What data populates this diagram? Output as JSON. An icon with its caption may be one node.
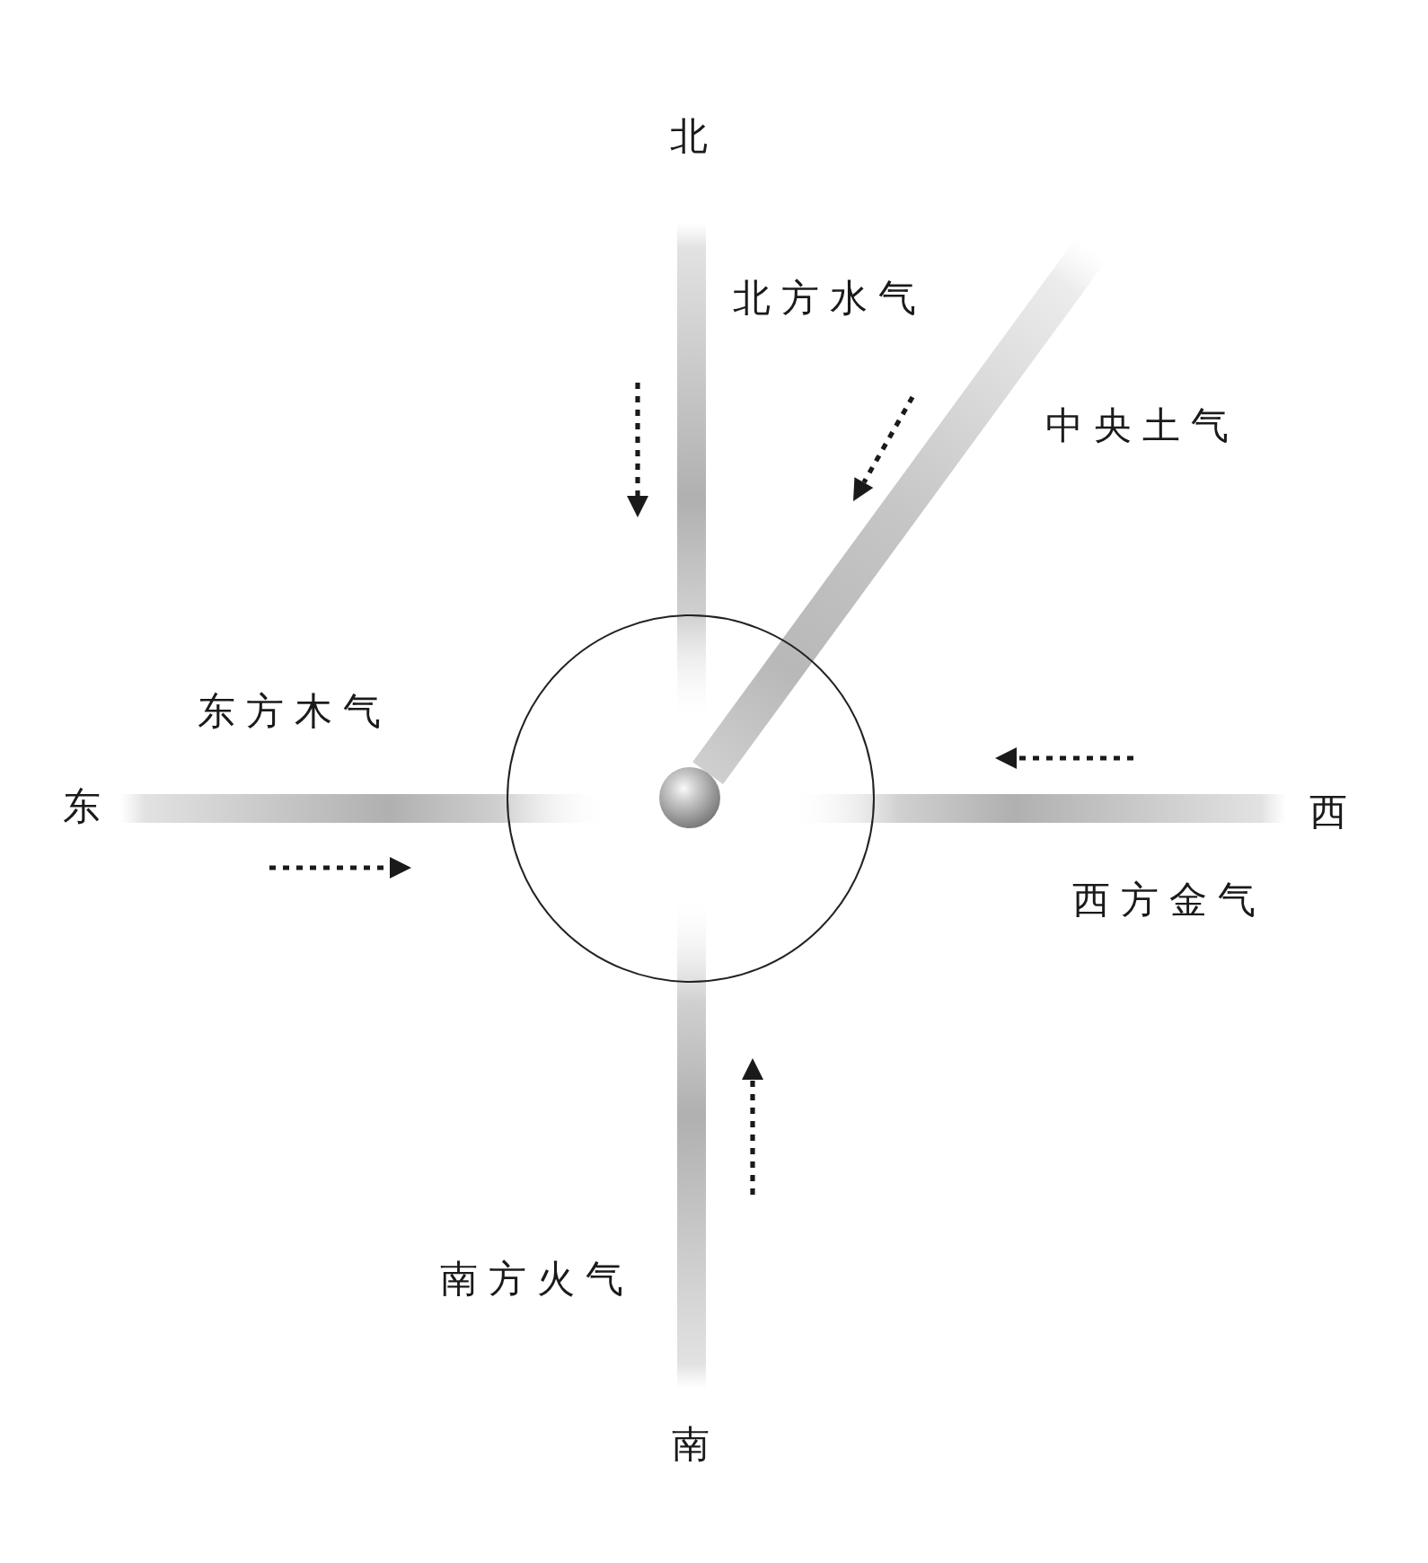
{
  "diagram": {
    "nodes": [
      {
        "text": [
          "北"
        ]
      },
      {
        "text": [],
        "shape": "circle"
      },
      {
        "text": [],
        "shape": "sphere",
        "in": 1
      },
      {
        "text": [
          "东"
        ]
      },
      {
        "text": [
          "西"
        ]
      },
      {
        "text": [
          "南"
        ]
      }
    ],
    "edges": [
      {
        "from": 0,
        "to": 2,
        "arrow": "none"
      },
      {
        "from": null,
        "to": 2,
        "arrow": "none"
      },
      {
        "from": 3,
        "to": 2,
        "arrow": "none"
      },
      {
        "from": 4,
        "to": 2,
        "arrow": "none"
      },
      {
        "from": 5,
        "to": 2,
        "arrow": "none"
      }
    ],
    "labels": [
      "北方水气",
      "中央土气",
      "东方木气",
      "西方金气",
      "南方火气"
    ]
  }
}
